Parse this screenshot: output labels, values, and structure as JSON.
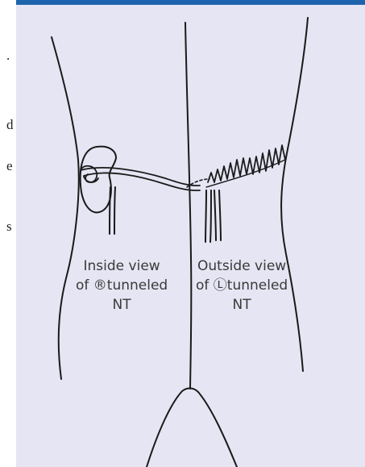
{
  "page": {
    "margin_fragments": ".\nd\ne\ns"
  },
  "colors": {
    "panel_background": "#e5e5f3",
    "top_rule": "#1d64ad",
    "line_art": "#1a1a1a",
    "label_text": "#3a3a3a"
  },
  "figure": {
    "left_label": {
      "line1": "Inside view",
      "line2": "of ®tunneled",
      "line3": "NT"
    },
    "right_label": {
      "line1": "Outside view",
      "line2": "of Ⓛtunneled",
      "line3": "NT"
    }
  }
}
